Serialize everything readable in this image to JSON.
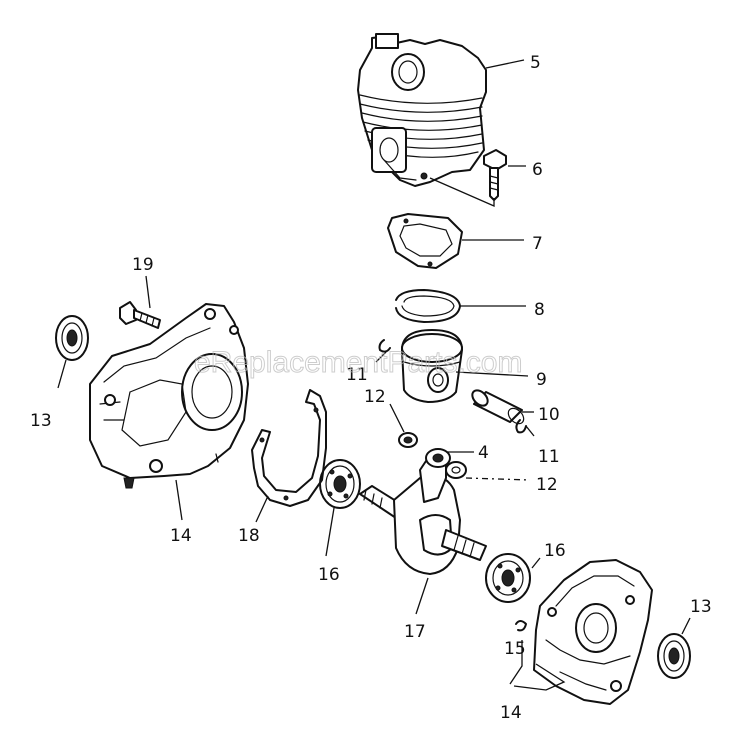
{
  "watermark": "eReplacementParts.com",
  "callouts": {
    "c5": "5",
    "c6": "6",
    "c7": "7",
    "c8": "8",
    "c9": "9",
    "c10": "10",
    "c11a": "11",
    "c11b": "11",
    "c12a": "12",
    "c12b": "12",
    "c4": "4",
    "c13a": "13",
    "c13b": "13",
    "c14a": "14",
    "c14b": "14",
    "c15": "15",
    "c16a": "16",
    "c16b": "16",
    "c17": "17",
    "c18": "18",
    "c19": "19"
  }
}
